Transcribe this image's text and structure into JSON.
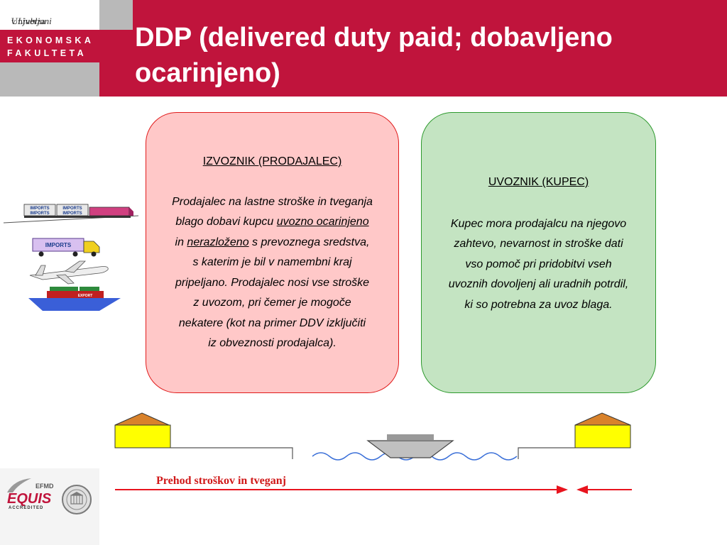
{
  "header": {
    "university": "Univerza",
    "university_in": "v Ljubljani",
    "faculty_line1": "EKONOMSKA",
    "faculty_line2": "FAKULTETA",
    "title_line1": "DDP (delivered duty paid; dobavljeno",
    "title_line2": "ocarinjeno)"
  },
  "exporter": {
    "title": "IZVOZNIK (PRODAJALEC)",
    "text_1": "Prodajalec na lastne stroške in tveganja\nblago dobavi kupcu ",
    "underline_1": "uvozno ocarinjeno",
    "text_2": "\nin ",
    "underline_2": "nerazloženo",
    "text_3": " s prevoznega sredstva,\ns katerim je bil v namembni kraj\npripeljano. Prodajalec nosi vse stroške\nz uvozom, pri čemer je mogoče\nnekatere (kot na primer DDV izključiti\niz obveznosti prodajalca)."
  },
  "importer": {
    "title": "UVOZNIK (KUPEC)",
    "text": "Kupec mora prodajalcu na njegovo\nzahtevo, nevarnost in stroške dati\nvso pomoč pri pridobitvi vseh\nuvoznih dovoljenj ali uradnih potrdil,\nki so potrebna za uvoz blaga."
  },
  "transport_labels": {
    "imports": "IMPORTS",
    "export": "EXPORT"
  },
  "accreditation": {
    "efmd": "EFMD",
    "equis": "EQUIS",
    "accredited": "ACCREDITED"
  },
  "arrow": {
    "label": "Prehod stroškov in tveganj"
  },
  "colors": {
    "brand_red": "#c0143c",
    "exporter_fill": "#ffc8c8",
    "importer_fill": "#c4e4c2",
    "arrow_red": "#e8141e",
    "house_fill": "#ffff00",
    "roof_fill": "#d9822b",
    "water": "#3a6fd8"
  }
}
